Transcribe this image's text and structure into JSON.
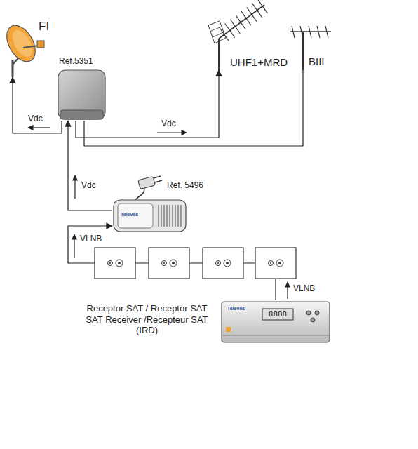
{
  "diagram": {
    "nodes": [
      {
        "text": [
          "FI"
        ]
      },
      {
        "text": [
          "Ref.5351"
        ]
      },
      {
        "text": [
          "UHF1+MRD"
        ]
      },
      {
        "text": [
          "BIII"
        ]
      },
      {
        "text": [
          "Ref. 5496",
          "Televés"
        ]
      },
      {
        "text": [
          "Receptor SAT / Receptor SAT SAT Receiver /Recepteur SAT (IRD)",
          "8888",
          "Televés"
        ]
      }
    ],
    "edges": [
      {
        "from": 1,
        "to": 0,
        "arrow": "to",
        "label": "Vdc"
      },
      {
        "from": 1,
        "to": 2,
        "arrow": "to",
        "label": "Vdc"
      },
      {
        "from": 1,
        "to": 3,
        "arrow": "none"
      },
      {
        "from": 4,
        "to": 1,
        "arrow": "to",
        "label": "Vdc"
      },
      {
        "from": 5,
        "to": 4,
        "arrow": "to",
        "label": "VLNB"
      }
    ],
    "labels": [
      "VLNB"
    ]
  }
}
